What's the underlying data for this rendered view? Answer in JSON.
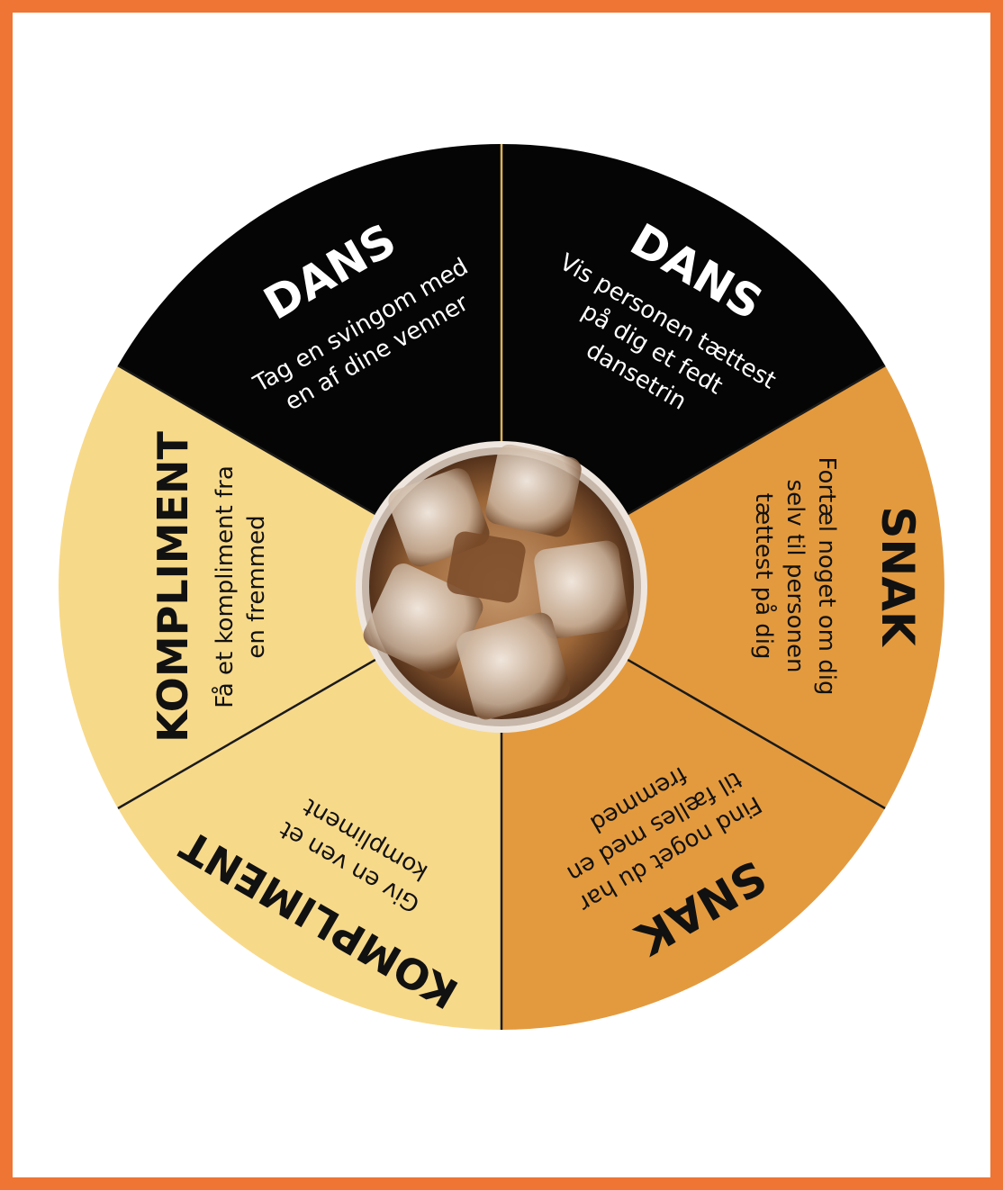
{
  "colors": {
    "border": "#ee7534",
    "dans": "#050505",
    "snak": "#e39a3e",
    "kompliment": "#f7d98a",
    "divider": "#1a1a1a"
  },
  "segments": [
    {
      "id": "dans-left",
      "title": "DANS",
      "lines": [
        "Tag en svingom med",
        "en af dine venner"
      ]
    },
    {
      "id": "dans-right",
      "title": "DANS",
      "lines": [
        "Vis personen tættest",
        "på dig et fedt",
        "dansetrin"
      ]
    },
    {
      "id": "snak-right",
      "title": "SNAK",
      "lines": [
        "Fortæl noget om dig",
        "selv til personen",
        "tættest på dig"
      ]
    },
    {
      "id": "snak-bottom",
      "title": "SNAK",
      "lines": [
        "Find noget du har",
        "til fælles med en",
        "fremmed"
      ]
    },
    {
      "id": "kompliment-bottom",
      "title": "KOMPLIMENT",
      "lines": [
        "Giv en ven et",
        "kompliment"
      ]
    },
    {
      "id": "kompliment-left",
      "title": "KOMPLIMENT",
      "lines": [
        "Få et kompliment fra",
        "en fremmed"
      ]
    }
  ],
  "center": {
    "icon": "iced-coffee-glass-icon"
  }
}
